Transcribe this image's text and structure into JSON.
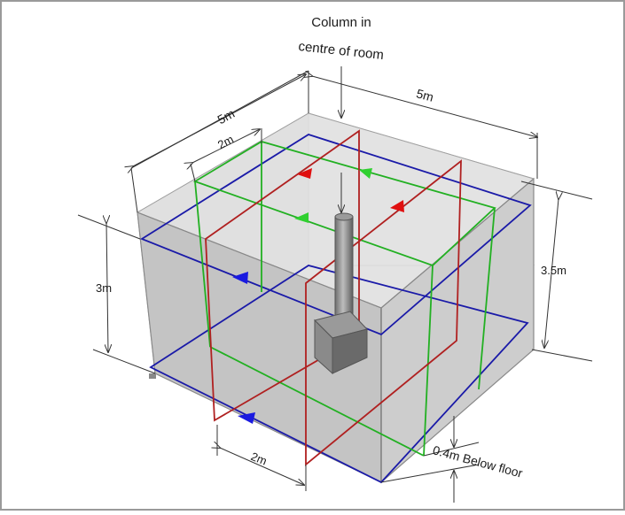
{
  "title": {
    "line1": "Column in",
    "line2": "centre of room"
  },
  "dimensions": {
    "top_right": "5m",
    "top_left": "5m",
    "top_inner": "2m",
    "left_height": "3m",
    "right_height": "3.5m",
    "bottom": "2m",
    "below_floor": "0.4m Below floor"
  },
  "colors": {
    "room_fill": "#c8c8c8",
    "blue_loop": "#1a1aa8",
    "green_loop": "#22b022",
    "red_loop": "#b02020",
    "column": "#8c8c8c"
  }
}
